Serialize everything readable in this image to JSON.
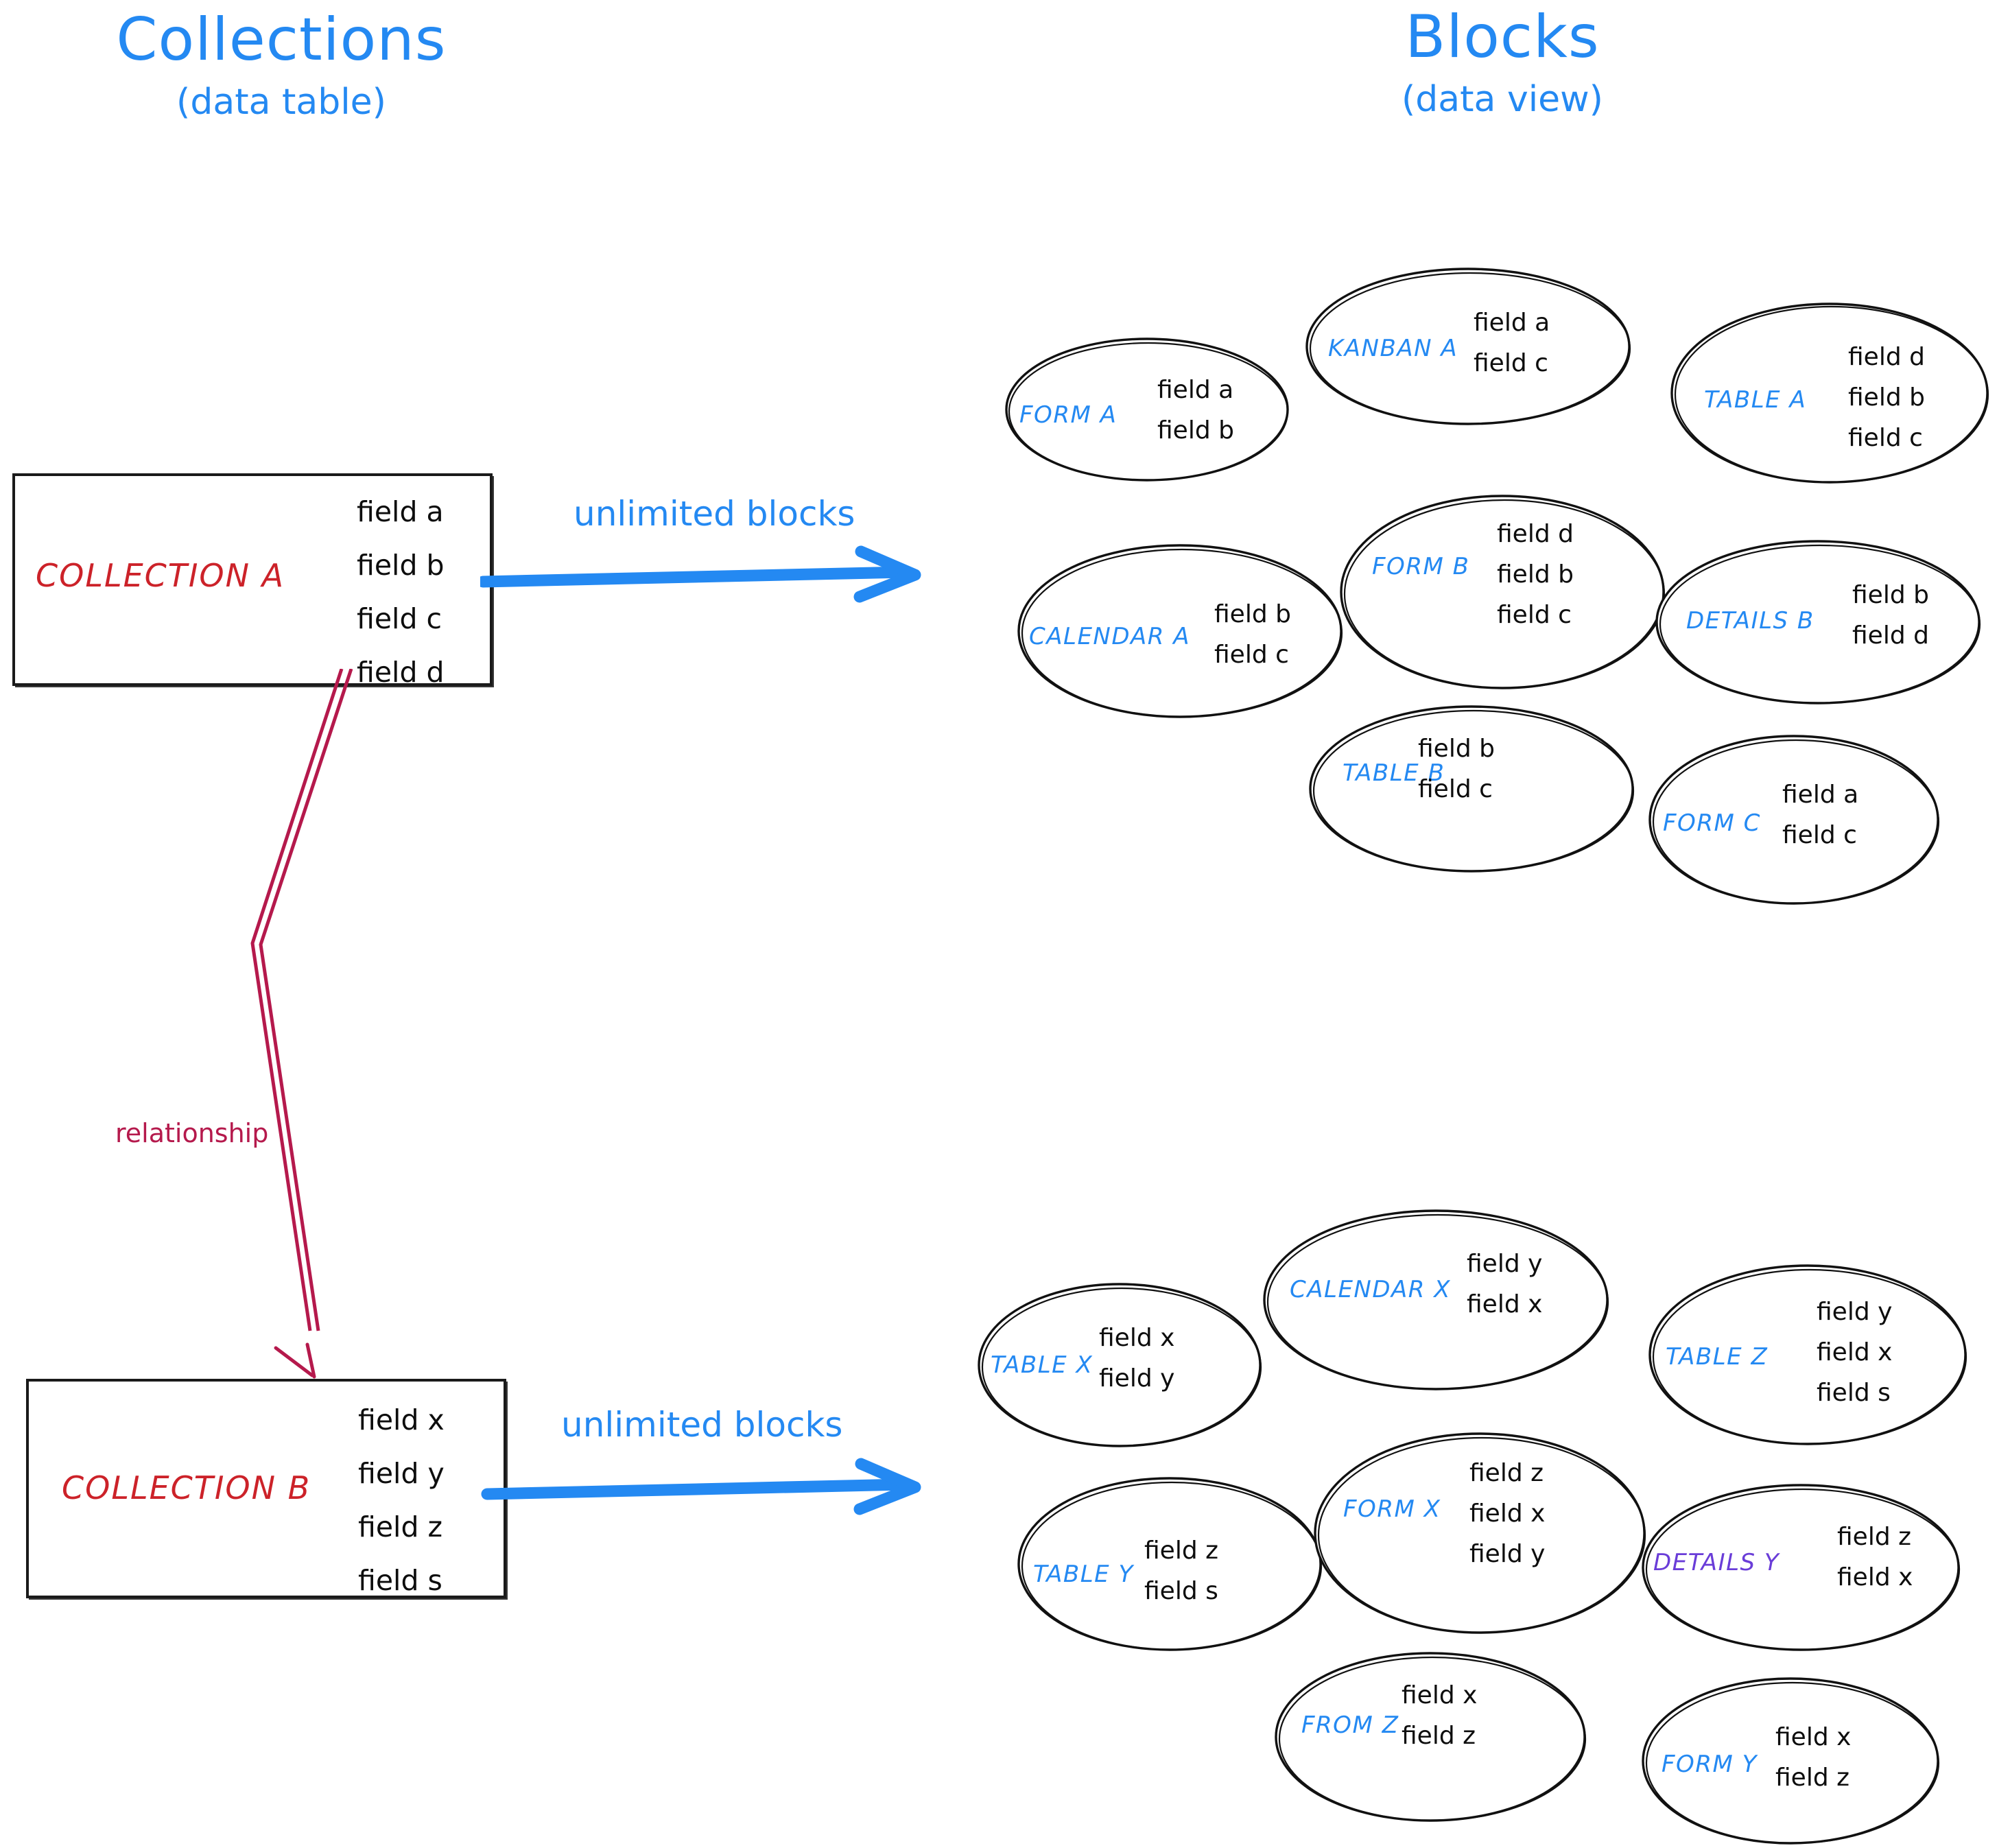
{
  "headings": {
    "left": {
      "title": "Collections",
      "subtitle": "(data table)"
    },
    "right": {
      "title": "Blocks",
      "subtitle": "(data view)"
    }
  },
  "colors": {
    "blue": "#2489f2",
    "red": "#cc2229",
    "crimson": "#b5194c",
    "purple": "#6a3dd8",
    "ink": "#0d0d0d"
  },
  "collections": [
    {
      "name": "COLLECTION A",
      "fields": [
        "field a",
        "field b",
        "field c",
        "field d"
      ],
      "arrow_label": "unlimited blocks"
    },
    {
      "name": "COLLECTION B",
      "fields": [
        "field x",
        "field y",
        "field z",
        "field s"
      ],
      "arrow_label": "unlimited blocks"
    }
  ],
  "relationship": {
    "label": "relationship"
  },
  "blocks_a": [
    {
      "label": "FORM A",
      "fields": [
        "field a",
        "field b"
      ],
      "color": "#2489f2"
    },
    {
      "label": "KANBAN A",
      "fields": [
        "field a",
        "field c"
      ],
      "color": "#2489f2"
    },
    {
      "label": "TABLE A",
      "fields": [
        "field d",
        "field b",
        "field c"
      ],
      "color": "#2489f2"
    },
    {
      "label": "CALENDAR A",
      "fields": [
        "field b",
        "field c"
      ],
      "color": "#2489f2"
    },
    {
      "label": "FORM B",
      "fields": [
        "field d",
        "field b",
        "field c"
      ],
      "color": "#2489f2"
    },
    {
      "label": "DETAILS B",
      "fields": [
        "field b",
        "field d"
      ],
      "color": "#2489f2"
    },
    {
      "label": "TABLE B",
      "fields": [
        "field b",
        "field c"
      ],
      "color": "#2489f2"
    },
    {
      "label": "FORM C",
      "fields": [
        "field a",
        "field c"
      ],
      "color": "#2489f2"
    }
  ],
  "blocks_b": [
    {
      "label": "TABLE X",
      "fields": [
        "field x",
        "field y"
      ],
      "color": "#2489f2"
    },
    {
      "label": "CALENDAR X",
      "fields": [
        "field y",
        "field x"
      ],
      "color": "#2489f2"
    },
    {
      "label": "TABLE Z",
      "fields": [
        "field y",
        "field x",
        "field s"
      ],
      "color": "#2489f2"
    },
    {
      "label": "TABLE Y",
      "fields": [
        "field z",
        "field s"
      ],
      "color": "#2489f2"
    },
    {
      "label": "FORM X",
      "fields": [
        "field z",
        "field x",
        "field y"
      ],
      "color": "#2489f2"
    },
    {
      "label": "DETAILS Y",
      "fields": [
        "field z",
        "field x"
      ],
      "color": "#6a3dd8"
    },
    {
      "label": "FROM Z",
      "fields": [
        "field x",
        "field z"
      ],
      "color": "#2489f2"
    },
    {
      "label": "FORM Y",
      "fields": [
        "field x",
        "field z"
      ],
      "color": "#2489f2"
    }
  ]
}
